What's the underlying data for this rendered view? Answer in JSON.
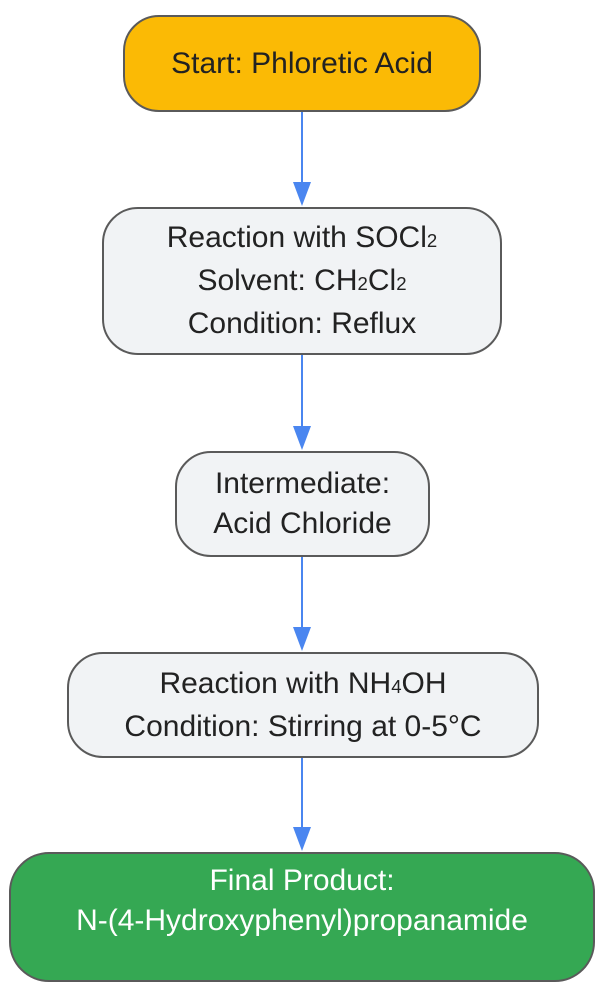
{
  "colors": {
    "start_fill": "#fbba05",
    "process_fill": "#f1f3f5",
    "final_fill": "#35a853",
    "border": "#5a5a5a",
    "arrow": "#4a86f0"
  },
  "nodes": {
    "start": {
      "line1": "Start: Phloretic Acid"
    },
    "step1": {
      "line1_a": "Reaction with SOCl",
      "line1_sub": "2",
      "line2_a": "Solvent: CH",
      "line2_sub1": "2",
      "line2_b": "Cl",
      "line2_sub2": "2",
      "line3": "Condition: Reflux"
    },
    "intermediate": {
      "line1": "Intermediate:",
      "line2": "Acid Chloride"
    },
    "step2": {
      "line1_a": "Reaction with NH",
      "line1_sub": "4",
      "line1_b": "OH",
      "line2": "Condition: Stirring at 0-5°C"
    },
    "final": {
      "line1": "Final Product:",
      "line2": "N-(4-Hydroxyphenyl)propanamide"
    }
  },
  "edges": [
    {
      "from": "start",
      "to": "step1"
    },
    {
      "from": "step1",
      "to": "intermediate"
    },
    {
      "from": "intermediate",
      "to": "step2"
    },
    {
      "from": "step2",
      "to": "final"
    }
  ]
}
